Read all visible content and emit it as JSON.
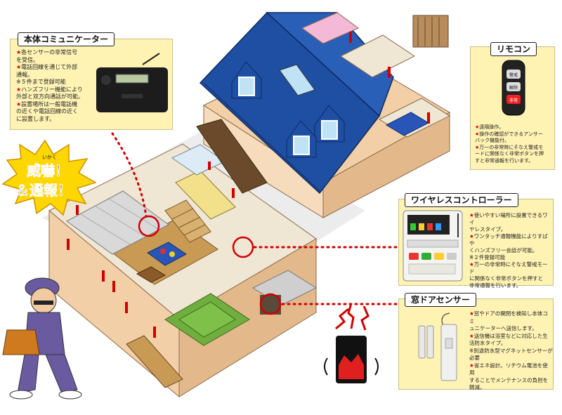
{
  "panels": {
    "communicator": {
      "title": "本体コミュニケーター",
      "items": [
        {
          "mark": "★",
          "text": "各センサーの非常信号"
        },
        {
          "mark": "",
          "text": "を受信。"
        },
        {
          "mark": "★",
          "text": "電話回線を通じて外部"
        },
        {
          "mark": "",
          "text": "通報。"
        },
        {
          "mark": "",
          "text": "※５件まで登録可能"
        },
        {
          "mark": "★",
          "text": "ハンズフリー機能により"
        },
        {
          "mark": "",
          "text": "外部と双方向通話が可能。"
        },
        {
          "mark": "★",
          "text": "設置場所は一般電話機"
        },
        {
          "mark": "",
          "text": "の近くや電話回線の近く"
        },
        {
          "mark": "",
          "text": "に設置します。"
        }
      ]
    },
    "remote": {
      "title": "リモコン",
      "buttons": [
        "警戒",
        "解除",
        "非常"
      ],
      "items": [
        {
          "mark": "★",
          "text": "遠隔操作。"
        },
        {
          "mark": "★",
          "text": "操作の確認ができるアンサー"
        },
        {
          "mark": "",
          "text": "バック機能付。"
        },
        {
          "mark": "★",
          "text": "万一の非常時にそなえ警戒モ"
        },
        {
          "mark": "",
          "text": "ードに関係なく非常ボタンを押"
        },
        {
          "mark": "",
          "text": "すと非常通報を行います。"
        }
      ]
    },
    "wireless": {
      "title": "ワイヤレスコントローラー",
      "items": [
        {
          "mark": "★",
          "text": "使いやすい場所に設置できるワイ"
        },
        {
          "mark": "",
          "text": "ヤレスタイプ。"
        },
        {
          "mark": "★",
          "text": "ワンタッチ通報機能によりすばや"
        },
        {
          "mark": "",
          "text": "くハンズフリー会話が可能。"
        },
        {
          "mark": "",
          "text": "※２件登録可能"
        },
        {
          "mark": "★",
          "text": "万一の非常時にそなえ警戒モード"
        },
        {
          "mark": "",
          "text": "に関係なく非常ボタンを押すと"
        },
        {
          "mark": "",
          "text": "非常通報を行います。"
        }
      ]
    },
    "sensor": {
      "title": "窓ドアセンサー",
      "items": [
        {
          "mark": "★",
          "text": "窓やドアの開閉を検知し本体コミ"
        },
        {
          "mark": "",
          "text": "ュニケーターへ送信します。"
        },
        {
          "mark": "★",
          "text": "送信機は浴室などに対応した生"
        },
        {
          "mark": "",
          "text": "活防水タイプ。"
        },
        {
          "mark": "",
          "text": "※別途防水型マグネットセンサーが"
        },
        {
          "mark": "",
          "text": "必要"
        },
        {
          "mark": "★",
          "text": "省エネ設計。リチウム電池を使用"
        },
        {
          "mark": "",
          "text": "することでメンテナンスの負担を"
        },
        {
          "mark": "",
          "text": "軽減。"
        }
      ]
    }
  },
  "callout": {
    "line1": "威嚇！",
    "line2": "＆通報！",
    "ruby": "いかく"
  },
  "colors": {
    "panel_bg": "#fff3b4",
    "accent_red": "#d00000",
    "roof_blue": "#1f4fa3",
    "wall": "#f2cfa6",
    "floor_wood": "#c99a54",
    "tatami": "#6fae3f",
    "burst_yellow": "#ffd700"
  }
}
